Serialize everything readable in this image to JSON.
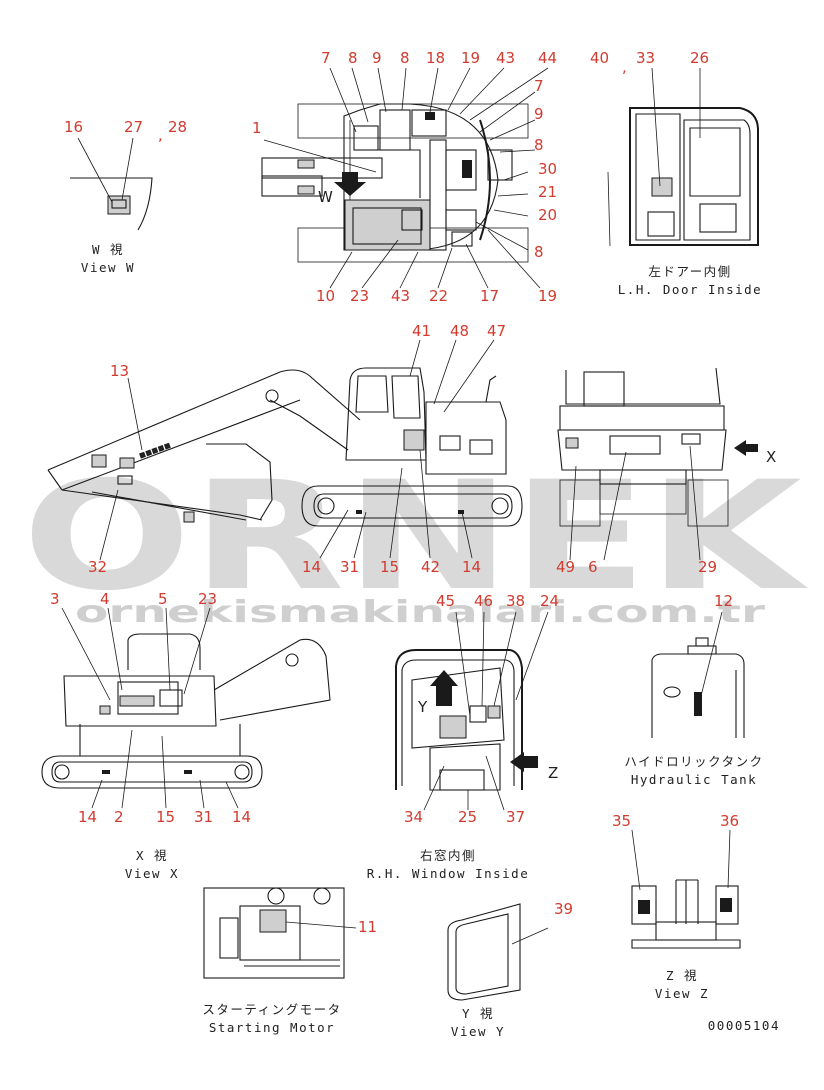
{
  "watermark": {
    "brand": "ORNEK",
    "url": "ornekismakinalari.com.tr"
  },
  "drawing_number": "00005104",
  "views": {
    "view_w": {
      "jp": "W 視",
      "en": "View W"
    },
    "lh_door": {
      "jp": "左ドアー内側",
      "en": "L.H. Door Inside"
    },
    "view_x": {
      "jp": "X 視",
      "en": "View X"
    },
    "rh_window": {
      "jp": "右窓内側",
      "en": "R.H. Window Inside"
    },
    "hyd_tank": {
      "jp": "ハイドロリックタンク",
      "en": "Hydraulic Tank"
    },
    "view_z": {
      "jp": "Z 視",
      "en": "View Z"
    },
    "start_motor": {
      "jp": "スターティングモータ",
      "en": "Starting Motor"
    },
    "view_y": {
      "jp": "Y 視",
      "en": "View Y"
    }
  },
  "arrow_letters": {
    "w": "W",
    "x": "X",
    "y": "Y",
    "z": "Z"
  },
  "callouts": {
    "top": [
      "7",
      "8",
      "9",
      "8",
      "18",
      "19",
      "43",
      "44",
      "1",
      "7",
      "9",
      "8",
      "30",
      "21",
      "20",
      "8",
      "10",
      "23",
      "43",
      "22",
      "17",
      "19"
    ],
    "view_w": [
      "16",
      "27",
      ",",
      "28"
    ],
    "door": [
      "40",
      ",",
      "33",
      "26"
    ],
    "side": [
      "13",
      "41",
      "48",
      "47",
      "32",
      "14",
      "31",
      "15",
      "42",
      "14"
    ],
    "rear": [
      "49",
      "6",
      "29"
    ],
    "viewx": [
      "3",
      "4",
      "5",
      "23",
      "14",
      "2",
      "15",
      "31",
      "14"
    ],
    "window": [
      "45",
      "46",
      "38",
      "24",
      "34",
      "25",
      "37"
    ],
    "tank": [
      "12"
    ],
    "viewz": [
      "35",
      "36"
    ],
    "motor": [
      "11"
    ],
    "viewy": [
      "39"
    ]
  }
}
